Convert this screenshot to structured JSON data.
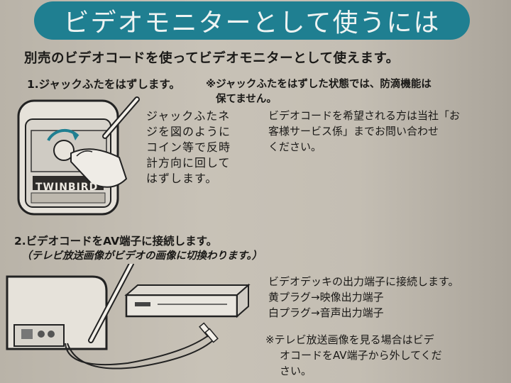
{
  "title": "ビデオモニターとして使うには",
  "heading": "別売のビデオコードを使ってビデオモニターとして使えます。",
  "step1": {
    "label": "1.ジャックふたをはずします。",
    "note_line1": "※ジャックふたをはずした状態では、防滴機能は",
    "note_line2": "保てません。",
    "instruction_lines": [
      "ジャックふたネ",
      "ジを図のように",
      "コイン等で反時",
      "計方向に回して",
      "はずします。"
    ],
    "service_lines": [
      "ビデオコードを希望される方は当社「お",
      "客様サービス係」までお問い合わせ",
      "ください。"
    ],
    "brand": "TWINBIRD"
  },
  "step2": {
    "label": "2.ビデオコードをAV端子に接続します。",
    "sub": "（テレビ放送画像がビデオの画像に切換わります。）",
    "deck_lines": [
      "ビデオデッキの出力端子に接続します。",
      "黄プラグ→映像出力端子",
      "白プラグ→音声出力端子"
    ],
    "note_lines": [
      "※テレビ放送画像を見る場合はビデ",
      "オコードをAV端子から外してくだ",
      "さい。"
    ]
  }
}
